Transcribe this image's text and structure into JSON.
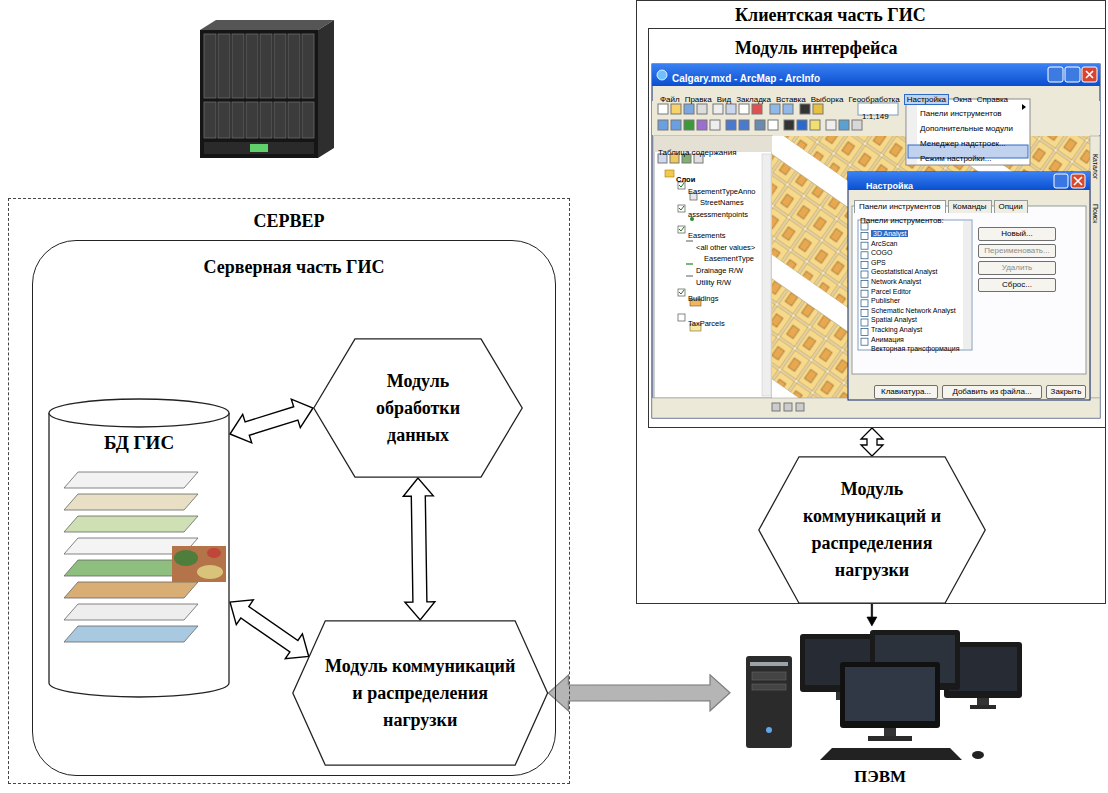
{
  "diagram": {
    "nodes": [
      {
        "text": [
          "СЕРВЕР"
        ]
      },
      {
        "text": [
          "Серверная часть ГИС"
        ],
        "in": 0
      },
      {
        "text": [
          "БД ГИС"
        ],
        "in": 1
      },
      {
        "text": [
          "Модуль обработки данных"
        ],
        "in": 1
      },
      {
        "text": [
          "Модуль коммуникаций и распределения нагрузки"
        ],
        "in": 1
      },
      {
        "text": [
          "Клиентская часть ГИС"
        ]
      },
      {
        "text": [
          "Модуль интерфейса"
        ],
        "in": 5
      },
      {
        "text": [
          "Модуль коммуникаций и распределения нагрузки"
        ],
        "in": 5
      },
      {
        "text": [
          "ПЭВМ"
        ]
      }
    ],
    "edges": [
      {
        "from": 2,
        "to": 3,
        "arrow": "both"
      },
      {
        "from": 2,
        "to": 4,
        "arrow": "both"
      },
      {
        "from": 3,
        "to": 4,
        "arrow": "both"
      },
      {
        "from": 6,
        "to": 7,
        "arrow": "both"
      },
      {
        "from": 5,
        "to": 8,
        "arrow": "to"
      },
      {
        "from": 4,
        "to": 8,
        "arrow": "both"
      }
    ],
    "labels": [
      "Calgary.mxd - ArcMap - ArcInfo",
      "Файл",
      "Правка",
      "Вид",
      "Закладка",
      "Вставка",
      "Выборка",
      "Геообработка",
      "Настройка",
      "Окна",
      "Справка",
      "1:1,149",
      "Панели инструментов",
      "Дополнительные модули",
      "Менеджер надстроек...",
      "Режим настройки...",
      "Таблица содержания",
      "Слои",
      "EasementTypeAnno",
      "StreetNames",
      "assessmentpoints",
      "Easements",
      "<all other values>",
      "EasementType",
      "Drainage R/W",
      "Utility R/W",
      "Buildings",
      "TaxParcels",
      "Настройка",
      "Панели инструментов",
      "Команды",
      "Опции",
      "Панели инструментов:",
      "3D Analyst",
      "ArcScan",
      "COGO",
      "GPS",
      "Geostatistical Analyst",
      "Network Analyst",
      "Parcel Editor",
      "Publisher",
      "Schematic Network Analyst",
      "Spatial Analyst",
      "Tracking Analyst",
      "Анимация",
      "Векторная трансформация",
      "Новый...",
      "Переименовать...",
      "Удалить",
      "Сброс...",
      "Клавиатура...",
      "Добавить из файла...",
      "Закрыть",
      "Каталог",
      "Поиск"
    ]
  }
}
